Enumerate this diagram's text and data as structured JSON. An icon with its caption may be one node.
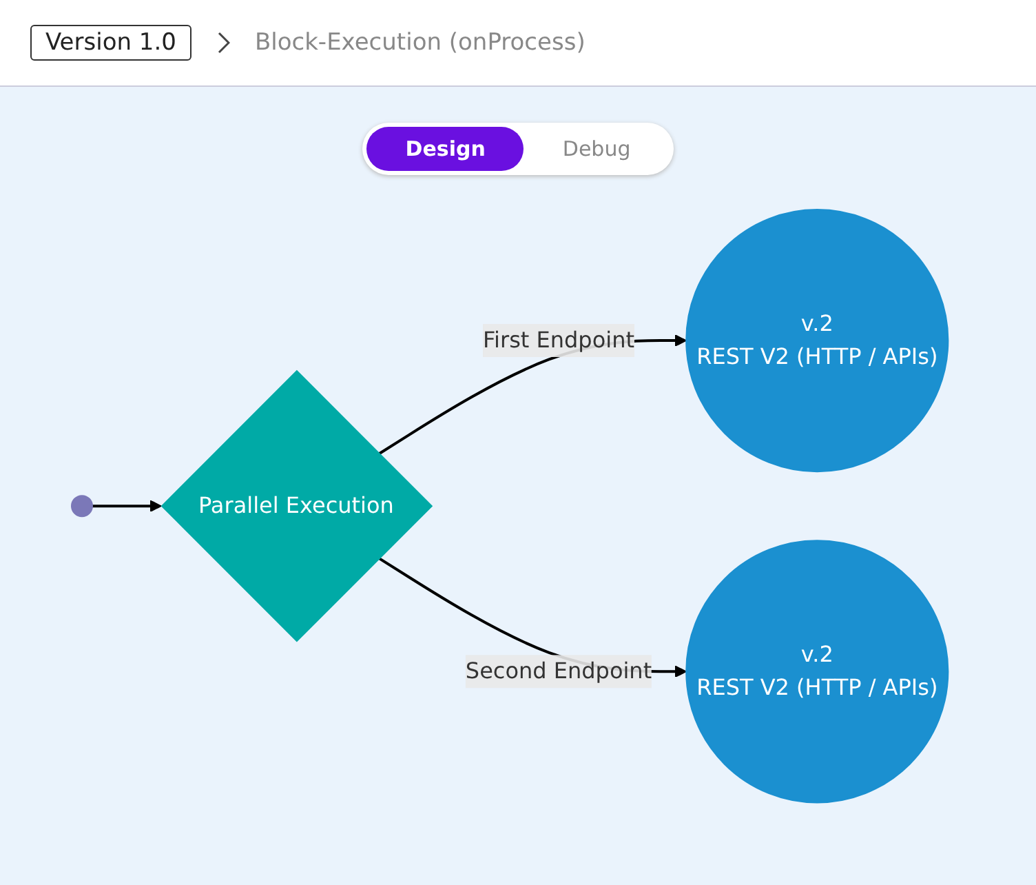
{
  "diagram": {
    "nodes": [
      {
        "text": [],
        "shape": "circle"
      },
      {
        "text": [
          "Parallel Execution"
        ]
      },
      {
        "text": [
          "v.2",
          "REST V2 (HTTP / APIs)"
        ]
      },
      {
        "text": [
          "v.2",
          "REST V2 (HTTP / APIs)"
        ]
      }
    ],
    "edges": [
      {
        "from": 0,
        "to": 1,
        "arrow": "to"
      },
      {
        "from": 1,
        "to": 2,
        "arrow": "to",
        "label": "First Endpoint"
      },
      {
        "from": 1,
        "to": 3,
        "arrow": "to",
        "label": "Second Endpoint"
      }
    ],
    "labels": [
      "Version 1.0",
      "Block-Execution (onProcess)",
      "Design",
      "Debug"
    ]
  }
}
